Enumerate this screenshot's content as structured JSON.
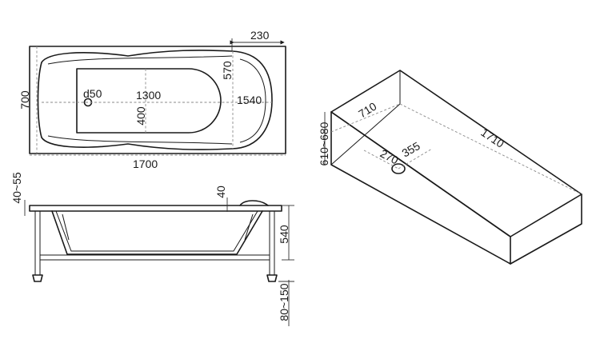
{
  "top_view": {
    "width_label": "230",
    "length_label": "1700",
    "height_label": "700",
    "drain_label": "d50",
    "inner_length_label": "1300",
    "inner_width_label": "400",
    "inner_height_label": "570",
    "depth_length_label": "1540"
  },
  "side_view": {
    "rim_label": "40~55",
    "rim_thickness_label": "40",
    "depth_label": "540",
    "legs_label": "80~150"
  },
  "iso_view": {
    "width_label": "710",
    "length_label": "1710",
    "height_label": "610~680",
    "drain_x_label": "270",
    "drain_y_label": "355"
  }
}
